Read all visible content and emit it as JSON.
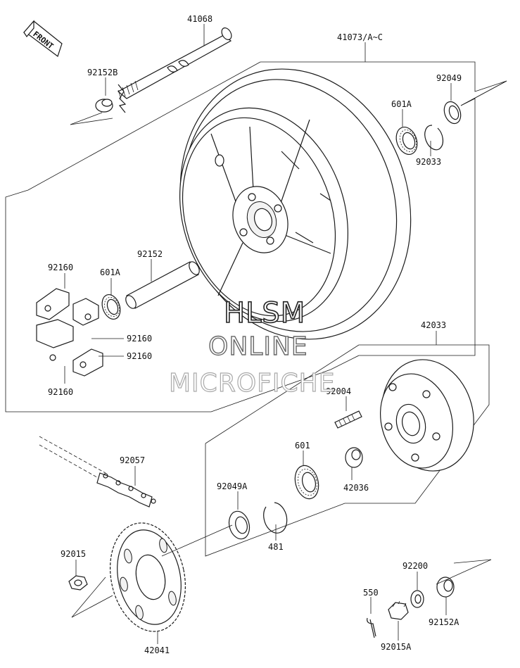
{
  "diagram": {
    "front_label": "FRONT",
    "part_numbers": {
      "p41068": "41068",
      "p41073": "41073/A~C",
      "p92152B": "92152B",
      "p92049": "92049",
      "p601A_top": "601A",
      "p92033": "92033",
      "p92152": "92152",
      "p601A_left": "601A",
      "p92160_a": "92160",
      "p92160_b": "92160",
      "p92160_c": "92160",
      "p92160_d": "92160",
      "p42033": "42033",
      "p92004": "92004",
      "p601": "601",
      "p42036": "42036",
      "p92057": "92057",
      "p92049A": "92049A",
      "p481": "481",
      "p92015": "92015",
      "p42041": "42041",
      "p92200": "92200",
      "p550": "550",
      "p92152A": "92152A",
      "p92015A": "92015A"
    },
    "watermark": {
      "line1": "HLSM",
      "line2": "ONLINE",
      "line3": "MICROFICHE"
    }
  }
}
